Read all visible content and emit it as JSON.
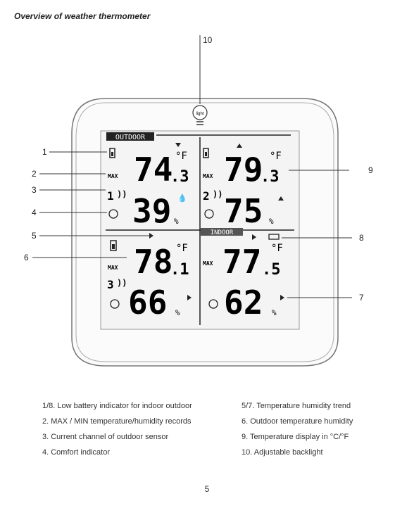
{
  "heading": "Overview of weather thermometer",
  "callouts": {
    "c1": "1",
    "c2": "2",
    "c3": "3",
    "c4": "4",
    "c5": "5",
    "c6": "6",
    "c7": "7",
    "c8": "8",
    "c9": "9",
    "c10": "10"
  },
  "display": {
    "outdoor_label": "OUTDOOR",
    "indoor_label": "INDOOR",
    "light_label": "light",
    "max_label": "MAX",
    "unit_f": "°F",
    "unit_pct": "%",
    "panels": [
      {
        "temp_main": "74",
        "temp_dec": ".3",
        "hum": "39",
        "channel": "1"
      },
      {
        "temp_main": "79",
        "temp_dec": ".3",
        "hum": "75",
        "channel": "2"
      },
      {
        "temp_main": "78",
        "temp_dec": ".1",
        "hum": "66",
        "channel": "3"
      },
      {
        "temp_main": "77",
        "temp_dec": ".5",
        "hum": "62",
        "channel": ""
      }
    ]
  },
  "legend": {
    "left": [
      "1/8. Low battery indicator for indoor outdoor",
      "2. MAX / MIN temperature/humidity records",
      "3. Current channel of outdoor sensor",
      "4. Comfort indicator"
    ],
    "right": [
      "5/7. Temperature humidity trend",
      "6. Outdoor temperature humidity",
      "9. Temperature display in °C/°F",
      "10. Adjustable backlight"
    ]
  },
  "page_number": "5"
}
